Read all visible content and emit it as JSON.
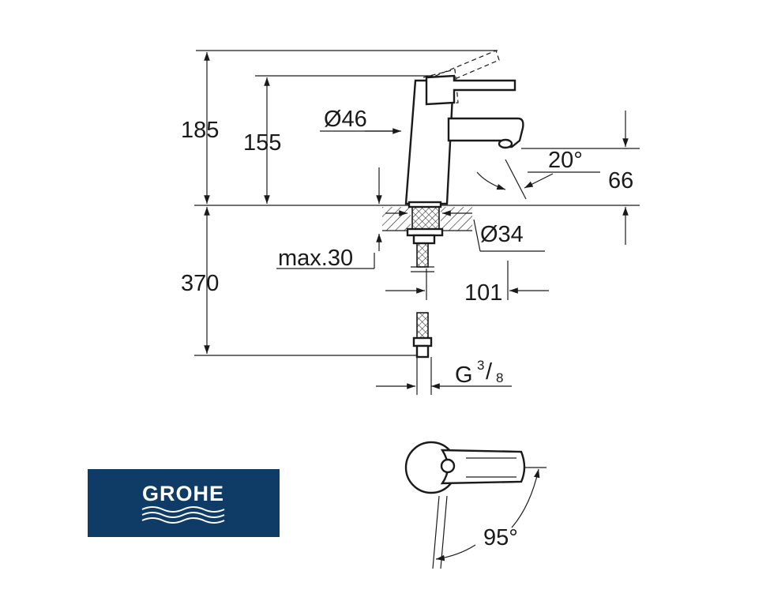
{
  "dimensions": {
    "total_height": "185",
    "spout_height": "155",
    "body_diameter": "Ø46",
    "handle_angle": "20°",
    "handle_offset": "66",
    "hole_diameter": "Ø34",
    "max_deck": "max.30",
    "under_deck": "370",
    "spout_reach": "101",
    "connection": "G",
    "connection_num": "3",
    "connection_den": "8",
    "swivel_angle": "95°"
  },
  "logo": {
    "text": "GROHE",
    "color": "#0f3b67"
  }
}
